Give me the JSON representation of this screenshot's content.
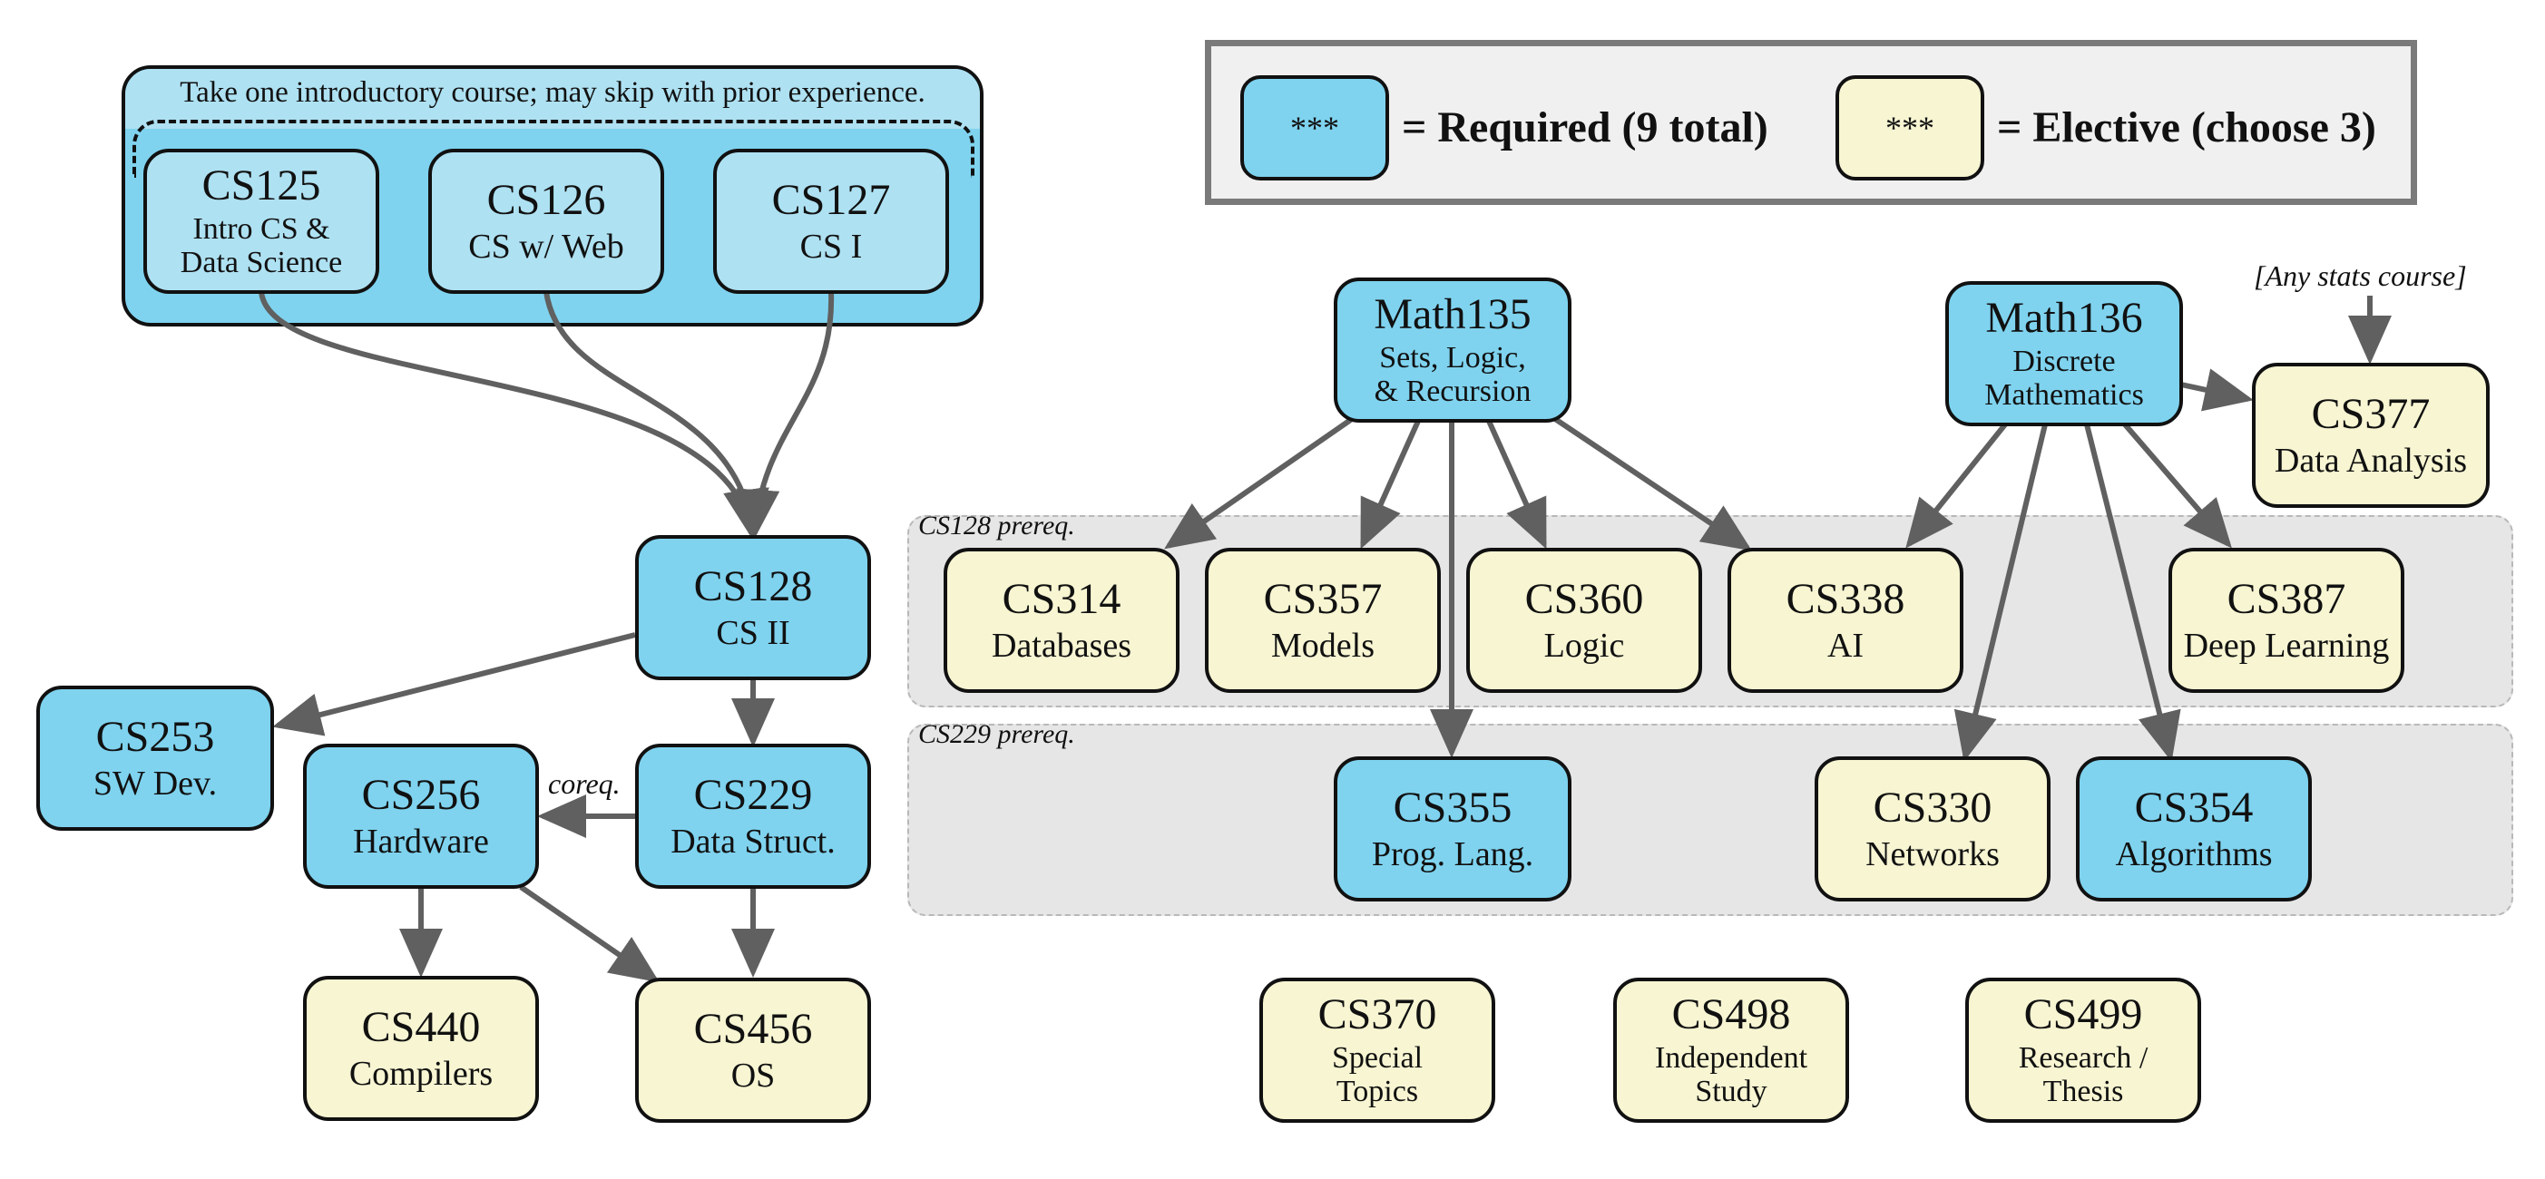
{
  "intro_group": {
    "note": "Take one introductory course; may skip with prior experience."
  },
  "legend": {
    "required_swatch": "***",
    "required_label": "= Required (9 total)",
    "elective_swatch": "***",
    "elective_label": "= Elective (choose 3)"
  },
  "panels": {
    "cs128_prereq": "CS128 prereq.",
    "cs229_prereq": "CS229 prereq."
  },
  "annotations": {
    "coreq": "coreq.",
    "stats": "[Any stats course]"
  },
  "courses": {
    "cs125": {
      "code": "CS125",
      "line1": "Intro CS &",
      "line2": "Data Science"
    },
    "cs126": {
      "code": "CS126",
      "line1": "CS w/ Web"
    },
    "cs127": {
      "code": "CS127",
      "line1": "CS I"
    },
    "cs128": {
      "code": "CS128",
      "line1": "CS II"
    },
    "cs253": {
      "code": "CS253",
      "line1": "SW Dev."
    },
    "cs256": {
      "code": "CS256",
      "line1": "Hardware"
    },
    "cs229": {
      "code": "CS229",
      "line1": "Data Struct."
    },
    "cs440": {
      "code": "CS440",
      "line1": "Compilers"
    },
    "cs456": {
      "code": "CS456",
      "line1": "OS"
    },
    "math135": {
      "code": "Math135",
      "line1": "Sets, Logic,",
      "line2": "& Recursion"
    },
    "math136": {
      "code": "Math136",
      "line1": "Discrete",
      "line2": "Mathematics"
    },
    "cs377": {
      "code": "CS377",
      "line1": "Data Analysis"
    },
    "cs314": {
      "code": "CS314",
      "line1": "Databases"
    },
    "cs357": {
      "code": "CS357",
      "line1": "Models"
    },
    "cs360": {
      "code": "CS360",
      "line1": "Logic"
    },
    "cs338": {
      "code": "CS338",
      "line1": "AI"
    },
    "cs387": {
      "code": "CS387",
      "line1": "Deep Learning"
    },
    "cs355": {
      "code": "CS355",
      "line1": "Prog. Lang."
    },
    "cs330": {
      "code": "CS330",
      "line1": "Networks"
    },
    "cs354": {
      "code": "CS354",
      "line1": "Algorithms"
    },
    "cs370": {
      "code": "CS370",
      "line1": "Special",
      "line2": "Topics"
    },
    "cs498": {
      "code": "CS498",
      "line1": "Independent",
      "line2": "Study"
    },
    "cs499": {
      "code": "CS499",
      "line1": "Research /",
      "line2": "Thesis"
    }
  },
  "colors": {
    "required": "#7fd3ef",
    "intro": "#aee1f2",
    "elective": "#f7f5d2",
    "arrow": "#606060",
    "panel": "#e6e6e6"
  }
}
